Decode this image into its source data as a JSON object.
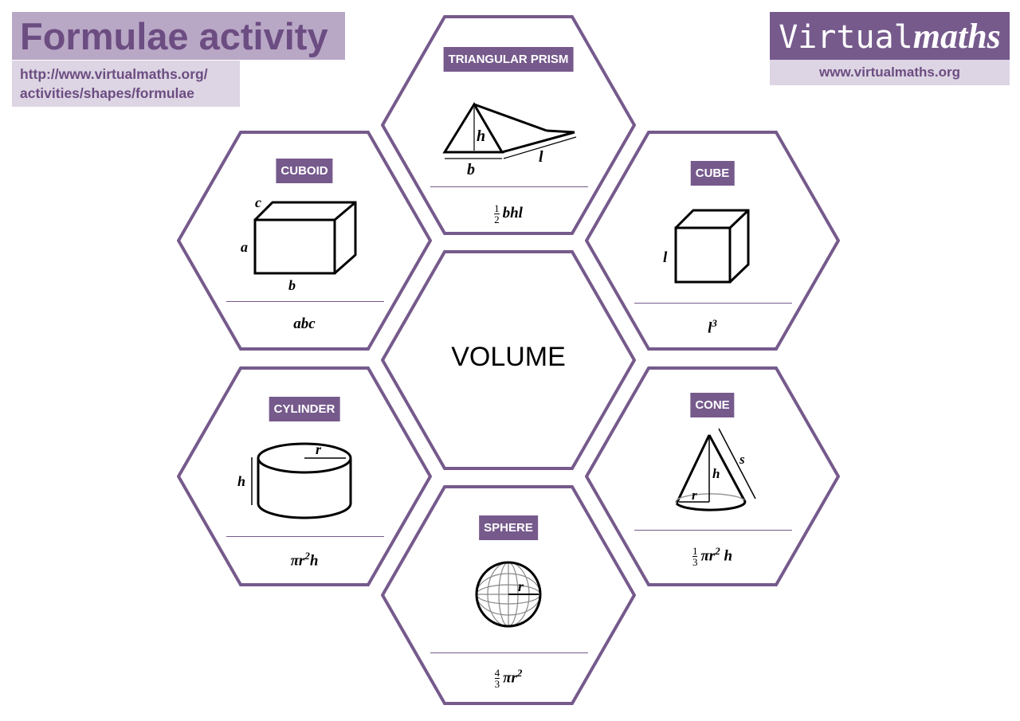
{
  "header": {
    "title": "Formulae activity",
    "url_line1": "http://www.virtualmaths.org/",
    "url_line2": "activities/shapes/formulae"
  },
  "logo": {
    "brand_plain": "Virtual",
    "brand_italic": "maths",
    "url": "www.virtualmaths.org"
  },
  "center": {
    "label": "VOLUME"
  },
  "shapes": {
    "prism": {
      "name": "TRIANGULAR PRISM",
      "frac_num": "1",
      "frac_den": "2",
      "formula": "bhl",
      "labels": {
        "h": "h",
        "b": "b",
        "l": "l"
      }
    },
    "cuboid": {
      "name": "CUBOID",
      "formula": "abc",
      "labels": {
        "a": "a",
        "b": "b",
        "c": "c"
      }
    },
    "cube": {
      "name": "CUBE",
      "formula": "l",
      "exp": "3",
      "labels": {
        "l": "l"
      }
    },
    "cylinder": {
      "name": "CYLINDER",
      "formula_a": "πr",
      "exp": "2",
      "formula_b": "h",
      "labels": {
        "r": "r",
        "h": "h"
      }
    },
    "cone": {
      "name": "CONE",
      "frac_num": "1",
      "frac_den": "3",
      "formula_a": "πr",
      "exp": "2",
      "formula_b": " h",
      "labels": {
        "r": "r",
        "h": "h",
        "s": "s"
      }
    },
    "sphere": {
      "name": "SPHERE",
      "frac_num": "4",
      "frac_den": "3",
      "formula_a": "πr",
      "exp": "2",
      "labels": {
        "r": "r"
      }
    }
  },
  "colors": {
    "accent": "#765a8c",
    "title_bg": "#b9a7c6",
    "light_bg": "#ddd5e3"
  }
}
